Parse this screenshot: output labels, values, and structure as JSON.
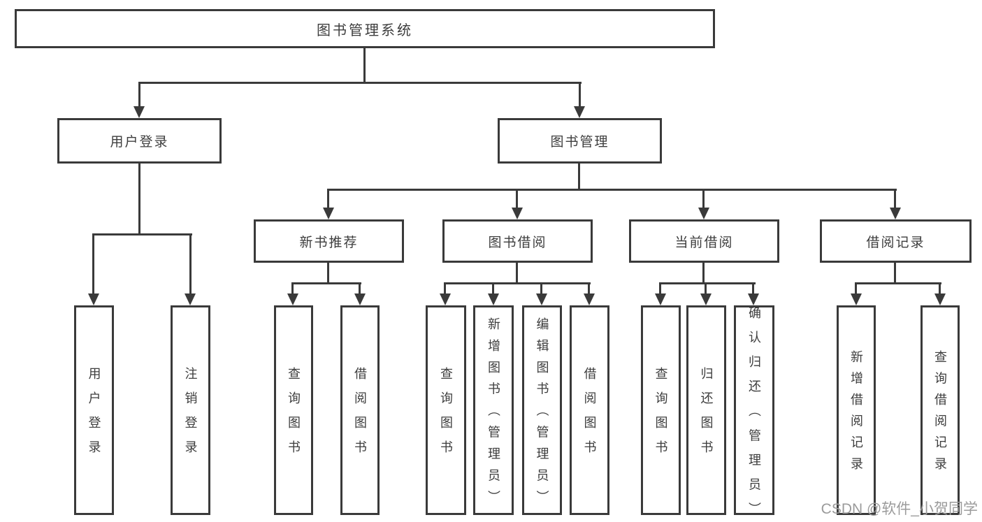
{
  "root": {
    "label": "图书管理系统"
  },
  "level2": {
    "user_login": "用户登录",
    "book_management": "图书管理"
  },
  "level3": {
    "new_book_recommend": "新书推荐",
    "book_borrow": "图书借阅",
    "current_borrow": "当前借阅",
    "borrow_record": "借阅记录"
  },
  "leaves": {
    "user_login": [
      "用户登录",
      "注销登录"
    ],
    "new_book_recommend": [
      "查询图书",
      "借阅图书"
    ],
    "book_borrow": [
      "查询图书",
      "新增图书（管理员）",
      "编辑图书（管理员）",
      "借阅图书"
    ],
    "current_borrow": [
      "查询图书",
      "归还图书",
      "确认归还（管理员）"
    ],
    "borrow_record": [
      "新增借阅记录",
      "查询借阅记录"
    ]
  },
  "watermark": "CSDN @软件_小贺同学",
  "colors": {
    "line": "#3a3a3a",
    "text": "#3d3d3d",
    "watermark": "#9b9b9b",
    "background": "#ffffff"
  }
}
